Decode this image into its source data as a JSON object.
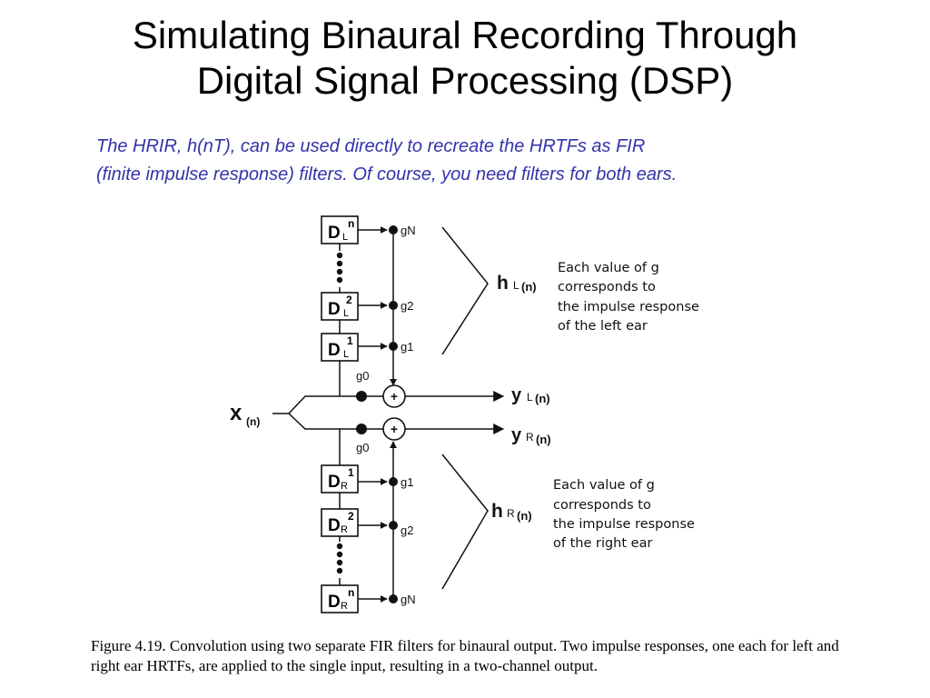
{
  "slide": {
    "title_line1": "Simulating Binaural Recording Through",
    "title_line2": "Digital Signal Processing (DSP)",
    "subtitle_line1": "The HRIR, h(nT),  can be used directly to recreate the HRTFs as FIR",
    "subtitle_line2": "(finite impulse response) filters.  Of course, you need filters for both ears.",
    "caption": "Figure 4.19.  Convolution using two separate FIR filters for binaural output.  Two impulse responses, one each for left and right ear HRTFs, are applied to the single input, resulting in a two-channel output."
  },
  "diagram": {
    "input": {
      "main": "x",
      "sub": "(n)"
    },
    "left": {
      "delays": [
        {
          "main": "D",
          "sub": "L",
          "sup": "n",
          "gain": "gN"
        },
        {
          "main": "D",
          "sub": "L",
          "sup": "2",
          "gain": "g2"
        },
        {
          "main": "D",
          "sub": "L",
          "sup": "1",
          "gain": "g1"
        }
      ],
      "direct_gain": "g0",
      "sum": "+",
      "output": {
        "main": "y",
        "sub": "L",
        "arg": "(n)"
      },
      "response": {
        "main": "h",
        "sub": "L",
        "arg": "(n)"
      },
      "note": [
        "Each value of g",
        "corresponds to",
        "the impulse response",
        "of the left ear"
      ]
    },
    "right": {
      "delays": [
        {
          "main": "D",
          "sub": "R",
          "sup": "1",
          "gain": "g1"
        },
        {
          "main": "D",
          "sub": "R",
          "sup": "2",
          "gain": "g2"
        },
        {
          "main": "D",
          "sub": "R",
          "sup": "n",
          "gain": "gN"
        }
      ],
      "direct_gain": "g0",
      "sum": "+",
      "output": {
        "main": "y",
        "sub": "R",
        "arg": "(n)"
      },
      "response": {
        "main": "h",
        "sub": "R",
        "arg": "(n)"
      },
      "note": [
        "Each value of g",
        "corresponds to",
        "the impulse response",
        "of the right ear"
      ]
    },
    "colors": {
      "title": "#000000",
      "subtitle": "#3333aa",
      "lines": "#111111"
    }
  }
}
